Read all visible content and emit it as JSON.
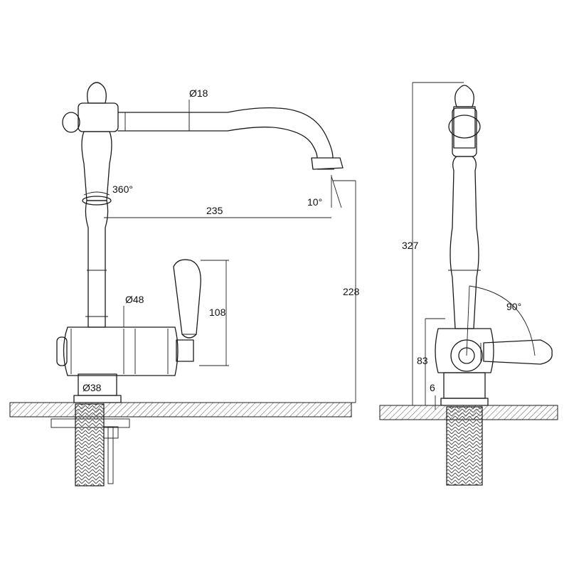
{
  "labels": {
    "spout_diameter": "Ø18",
    "swivel": "360°",
    "aerator_angle": "10°",
    "reach": "235",
    "spout_height": "228",
    "body_diameter": "Ø48",
    "handle_height": "108",
    "base_diameter": "Ø38",
    "total_height": "327",
    "lever_rotation": "90°",
    "lever_axis_height": "83",
    "base_height": "6"
  }
}
